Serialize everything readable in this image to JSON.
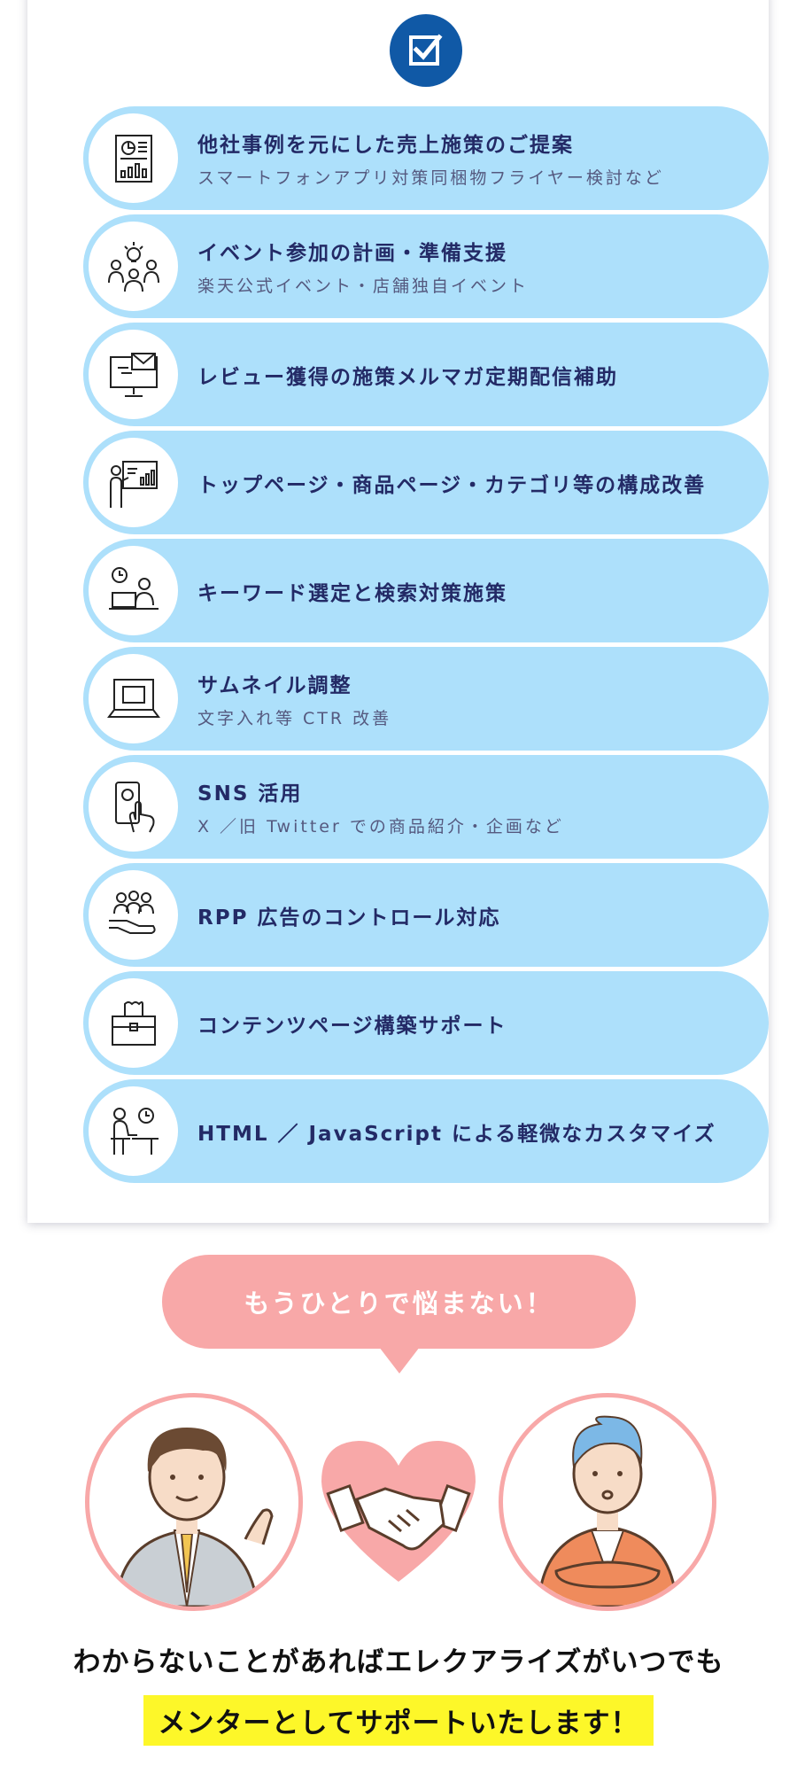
{
  "items": [
    {
      "title": "他社事例を元にした売上施策のご提案",
      "sub": "スマートフォンアプリ対策同梱物フライヤー検討など",
      "icon": "report-chart-icon"
    },
    {
      "title": "イベント参加の計画・準備支援",
      "sub": "楽天公式イベント・店舗独自イベント",
      "icon": "team-idea-icon"
    },
    {
      "title": "レビュー獲得の施策メルマガ定期配信補助",
      "sub": "",
      "icon": "email-monitor-icon"
    },
    {
      "title": "トップページ・商品ページ・カテゴリ等の構成改善",
      "sub": "",
      "icon": "presentation-icon"
    },
    {
      "title": "キーワード選定と検索対策施策",
      "sub": "",
      "icon": "laptop-worker-icon"
    },
    {
      "title": "サムネイル調整",
      "sub": "文字入れ等 CTR 改善",
      "icon": "laptop-icon"
    },
    {
      "title": "SNS 活用",
      "sub": "X ／旧 Twitter での商品紹介・企画など",
      "icon": "smartphone-touch-icon"
    },
    {
      "title": "RPP 広告のコントロール対応",
      "sub": "",
      "icon": "people-hand-icon"
    },
    {
      "title": "コンテンツページ構築サポート",
      "sub": "",
      "icon": "briefcase-icon"
    },
    {
      "title": "HTML ／ JavaScript による軽微なカスタマイズ",
      "sub": "",
      "icon": "desk-clock-icon"
    }
  ],
  "bubble": {
    "text": "もうひとりで悩まない！"
  },
  "message": {
    "line1": "わからないことがあればエレクアライズがいつでも",
    "line2": "メンターとしてサポートいたします！"
  },
  "colors": {
    "item_bg": "#ade0fb",
    "title": "#232a66",
    "badge": "#1059a6",
    "pink": "#f8a8a8",
    "highlight": "#fdf729"
  }
}
